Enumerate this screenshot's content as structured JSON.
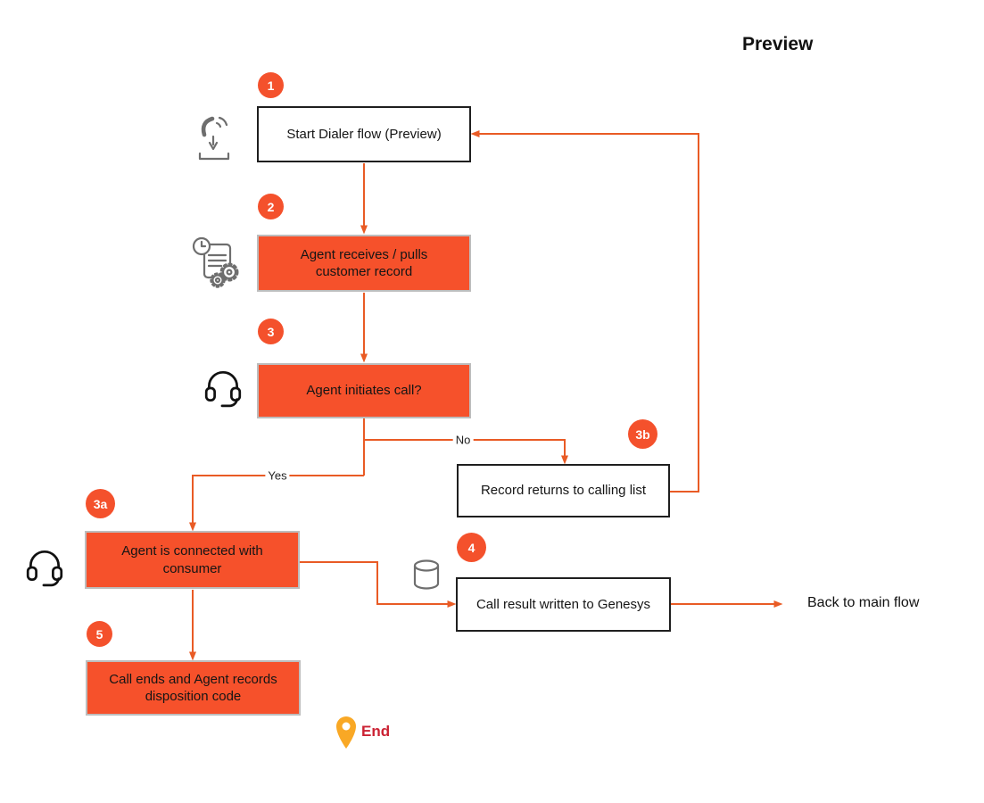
{
  "title": "Preview",
  "flow": {
    "nodes": {
      "start": {
        "badge": "1",
        "label": "Start Dialer flow (Preview)"
      },
      "pull_record": {
        "badge": "2",
        "label": "Agent receives / pulls customer record"
      },
      "initiate_call": {
        "badge": "3",
        "label": "Agent initiates call?"
      },
      "connected": {
        "badge": "3a",
        "label": "Agent is connected with consumer"
      },
      "record_returns": {
        "badge": "3b",
        "label": "Record returns to calling list"
      },
      "call_result": {
        "badge": "4",
        "label": "Call result written to Genesys"
      },
      "call_ends": {
        "badge": "5",
        "label": "Call ends and Agent records disposition code"
      }
    },
    "branch_labels": {
      "yes": "Yes",
      "no": "No"
    },
    "annotations": {
      "back_to_main": "Back to main flow",
      "end": "End"
    }
  },
  "icons": {
    "incoming_call": "incoming-call-icon",
    "scheduled_record": "document-clock-gears-icon",
    "headset_initiate": "headset-icon",
    "headset_connected": "headset-icon",
    "database": "database-cylinder-icon",
    "end_pin": "map-pin-icon"
  },
  "colors": {
    "node_fill_orange": "#F6512B",
    "badge_fill": "#F4512C",
    "connector": "#E95B25",
    "end_text": "#CB2233",
    "pin_fill": "#F9A825",
    "white_node_border": "#1F1F1F",
    "orange_node_border": "#BDBDBD",
    "gray_icon": "#6E6E6E",
    "dark_icon": "#111111"
  }
}
